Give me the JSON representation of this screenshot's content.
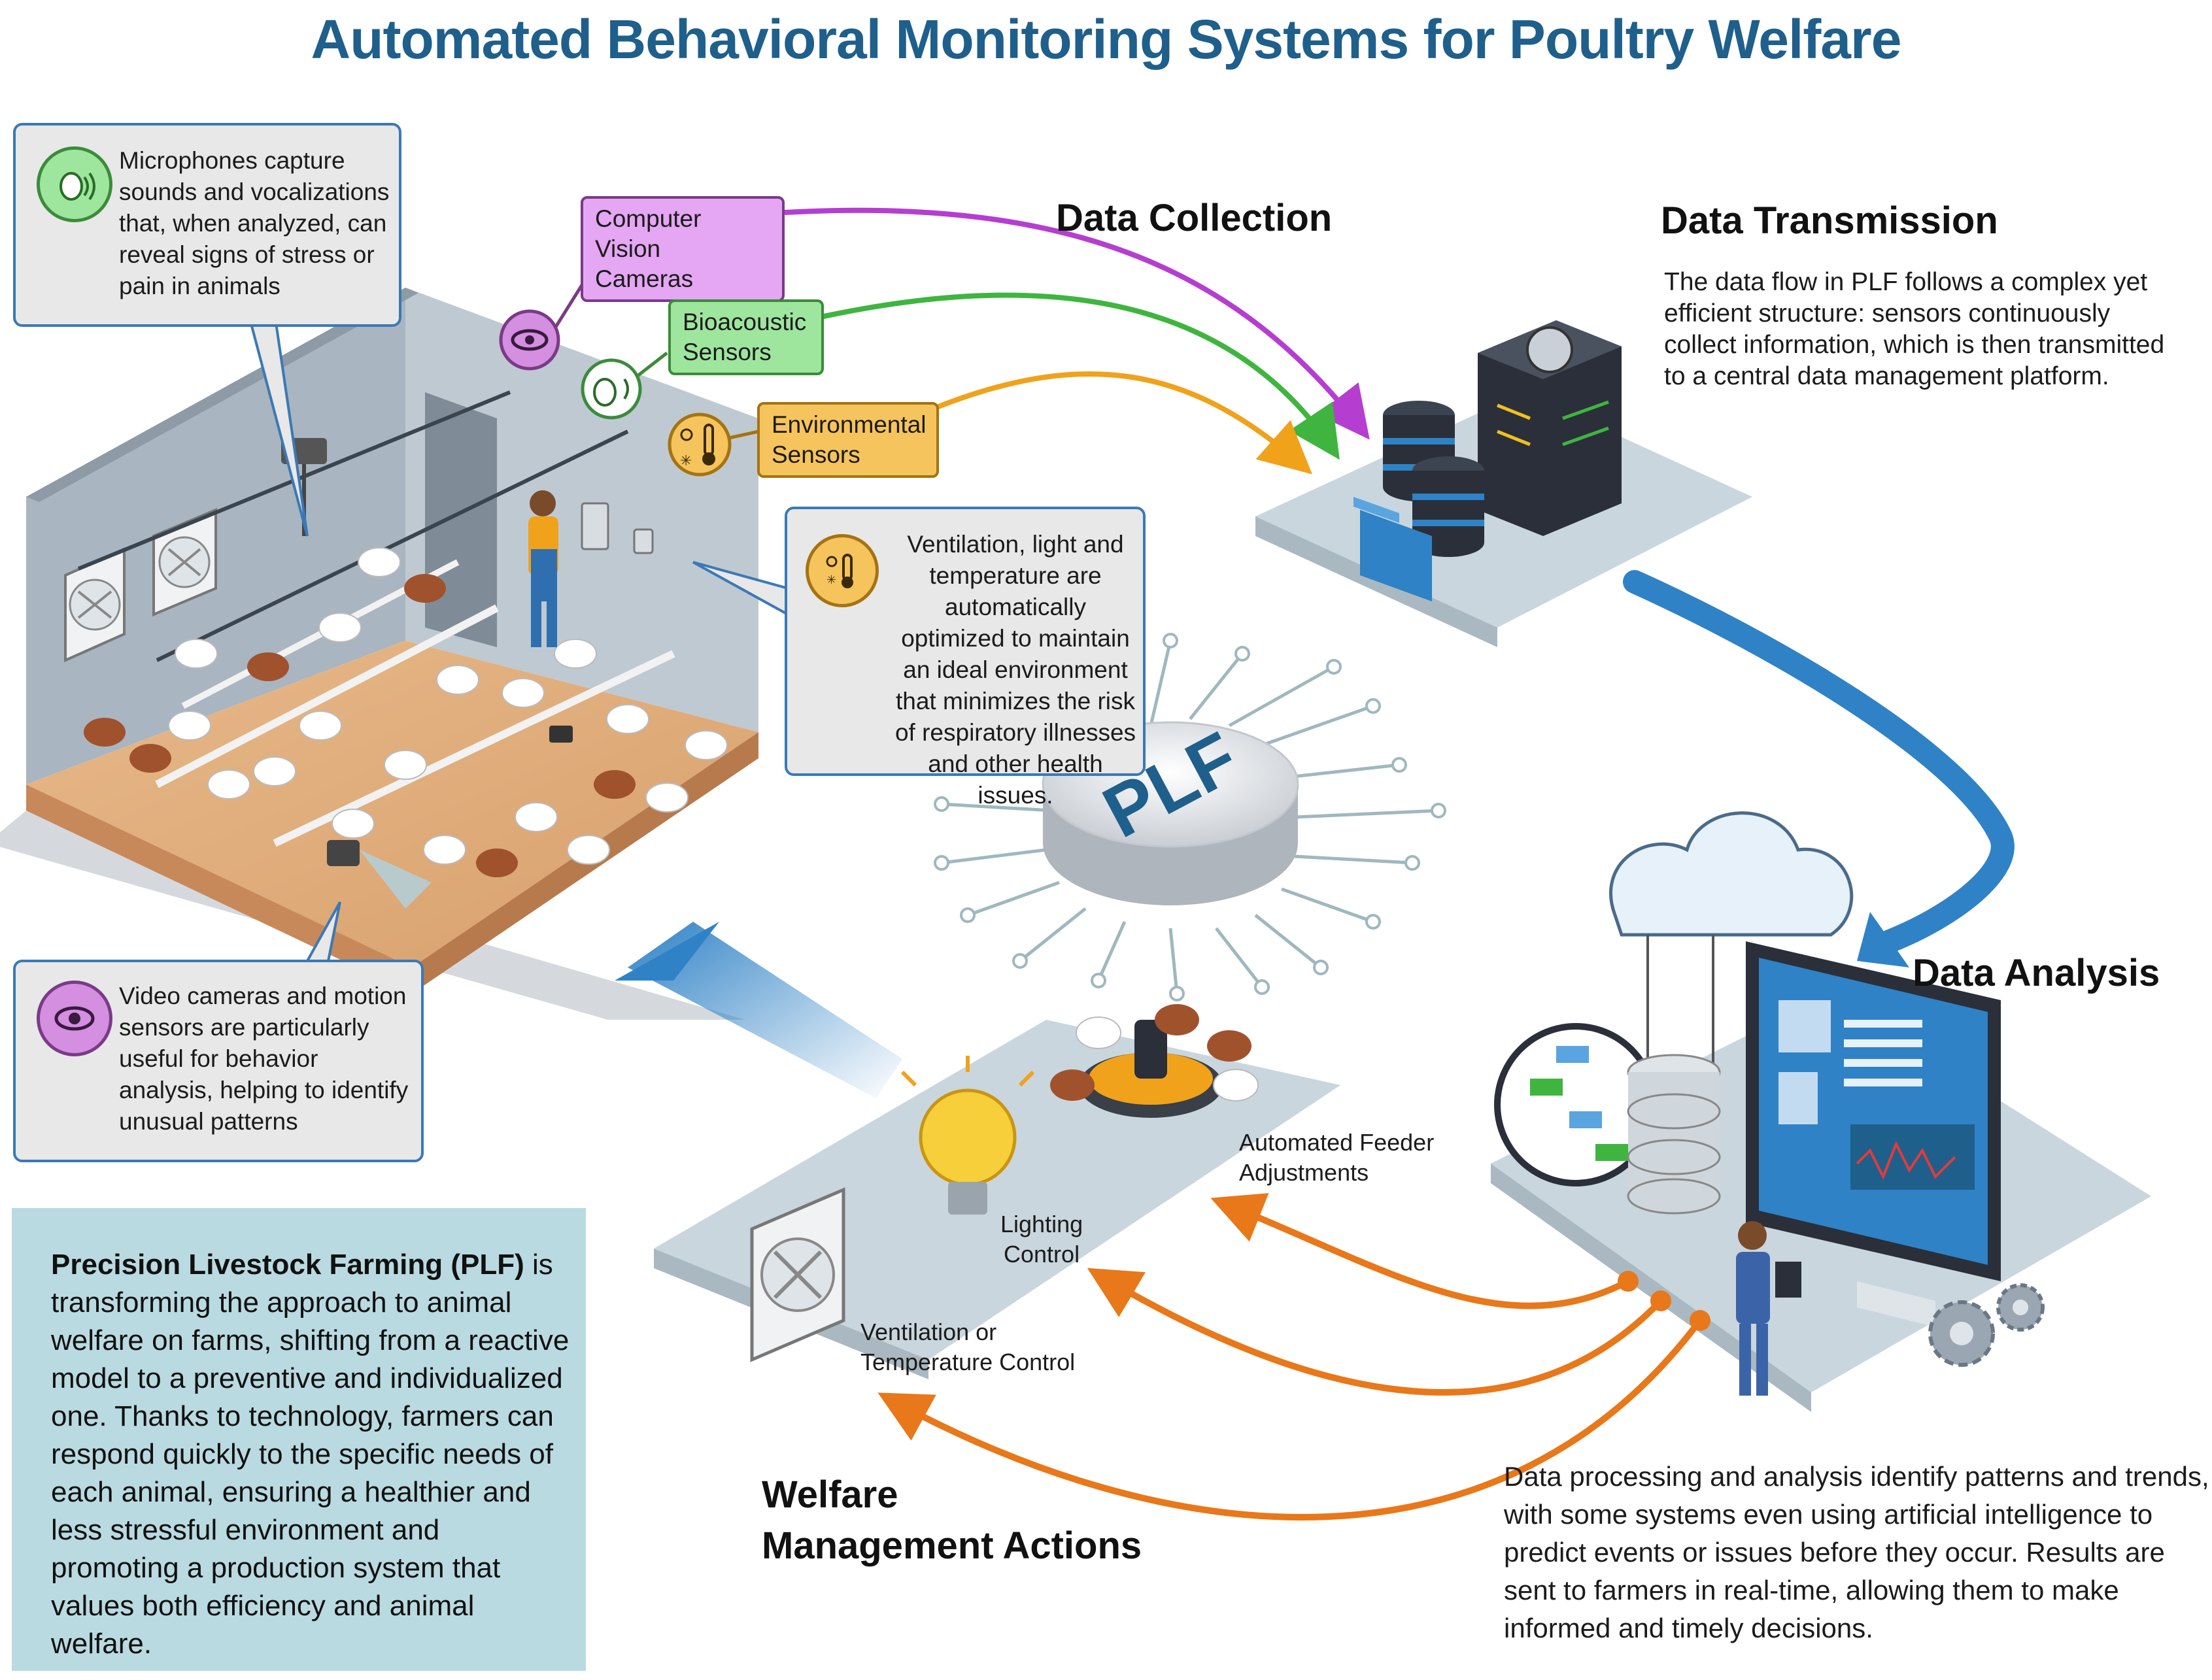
{
  "title": "Automated Behavioral Monitoring Systems for Poultry Welfare",
  "sections": {
    "data_collection": "Data Collection",
    "data_transmission": "Data Transmission",
    "data_analysis": "Data Analysis",
    "welfare_actions": "Welfare\nManagement Actions"
  },
  "transmission_text": "The data flow in PLF follows a complex yet efficient structure: sensors continuously collect information, which is then transmitted to a central data management platform.",
  "analysis_text": "Data processing and analysis identify patterns and trends, with some systems even using artificial intelligence to predict events or issues before they occur. Results are sent to farmers in real-time, allowing them to make informed and timely decisions.",
  "callouts": {
    "microphones": "Microphones capture sounds and vocalizations that, when analyzed, can reveal signs of stress or pain in animals",
    "ventilation": "Ventilation, light and temperature are automatically optimized to maintain an ideal environment that minimizes the risk of respiratory illnesses and other health issues.",
    "video": "Video cameras and motion sensors are particularly useful for behavior analysis, helping to identify unusual patterns"
  },
  "sensor_tags": {
    "camera": "Computer Vision\nCameras",
    "bioacoustic": "Bioacoustic\nSensors",
    "environmental": "Environmental\nSensors"
  },
  "actions": {
    "feeder": "Automated Feeder\nAdjustments",
    "lighting": "Lighting\nControl",
    "ventilation": "Ventilation or\nTemperature Control"
  },
  "hub_label": "PLF",
  "plf_box": {
    "bold": "Precision Livestock Farming (PLF)",
    "rest": " is transforming the approach to animal welfare on farms, shifting from a reactive model to a preventive and individualized one. Thanks to technology, farmers can respond quickly to the specific needs of each animal, ensuring a healthier and less stressful environment and promoting a production system that values both efficiency and animal welfare."
  },
  "colors": {
    "title": "#1f5f8b",
    "purple": "#b53ed1",
    "green": "#3fb53f",
    "orange": "#f0a21b",
    "action_arrow": "#e8781a",
    "flow_arrow": "#2f82c6",
    "platform": "#c9d6de",
    "plf_box": "#b9dae0"
  },
  "icons": [
    "eye-icon",
    "chicken-sound-icon",
    "thermometer-sun-icon",
    "server-icon",
    "cloud-icon",
    "monitor-icon",
    "fan-icon",
    "light-bulb-icon",
    "feeder-icon",
    "gear-icon"
  ]
}
